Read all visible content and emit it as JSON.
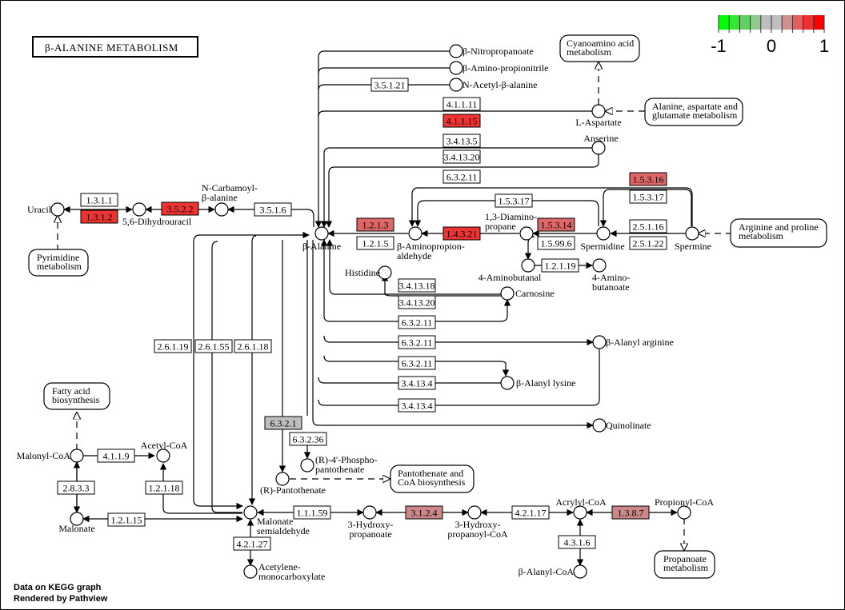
{
  "title": "β-ALANINE METABOLISM",
  "footer": [
    "Data on KEGG graph",
    "Rendered by Pathview"
  ],
  "legend": {
    "colors": [
      "#00FF00",
      "#30E830",
      "#60D060",
      "#90C890",
      "#BEBEBE",
      "#BEBEBE",
      "#D09090",
      "#E06060",
      "#F03030",
      "#FF0000"
    ],
    "ticks": [
      "-1",
      "0",
      "1"
    ],
    "min": -1,
    "max": 1
  },
  "colors": {
    "high": "#EE3333",
    "mid": "#DD6666",
    "low": "#CC8888",
    "zero": "#BEBEBE",
    "none": "#FFFFFF"
  },
  "compounds": [
    {
      "id": "nitroprop",
      "label": "β-Nitropropanoate"
    },
    {
      "id": "aminoprop",
      "label": "β-Amino-propionitrile"
    },
    {
      "id": "nacetyl",
      "label": "N-Acetyl-β-alanine"
    },
    {
      "id": "laspartate",
      "label": "L-Aspartate"
    },
    {
      "id": "anserine",
      "label": "Anserine"
    },
    {
      "id": "uracil",
      "label": "Uracil"
    },
    {
      "id": "dihydrouracil",
      "label": "5,6-Dihydrouracil"
    },
    {
      "id": "ncarbamoyl",
      "label": "N-Carbamoyl-β-alanine"
    },
    {
      "id": "balanine",
      "label": "β-Alanine"
    },
    {
      "id": "bamald",
      "label": "β-Aminopropion-aldehyde"
    },
    {
      "id": "diaminoprop",
      "label": "1,3-Diamino-propane"
    },
    {
      "id": "spermidine",
      "label": "Spermidine"
    },
    {
      "id": "spermine",
      "label": "Spermine"
    },
    {
      "id": "aminobutanal",
      "label": "4-Aminobutanal"
    },
    {
      "id": "aminobutanoate",
      "label": "4-Amino-butanoate"
    },
    {
      "id": "histidine",
      "label": "Histidine"
    },
    {
      "id": "carnosine",
      "label": "Carnosine"
    },
    {
      "id": "balanylarg",
      "label": "β-Alanyl arginine"
    },
    {
      "id": "balanyllys",
      "label": "β-Alanyl lysine"
    },
    {
      "id": "quinolinate",
      "label": "Quinolinate"
    },
    {
      "id": "malonylcoa",
      "label": "Malonyl-CoA"
    },
    {
      "id": "acetylcoa",
      "label": "Acetyl-CoA"
    },
    {
      "id": "malonate",
      "label": "Malonate"
    },
    {
      "id": "malsemi",
      "label": "Malonate semialdehyde"
    },
    {
      "id": "pantothenate",
      "label": "(R)-Pantothenate"
    },
    {
      "id": "phosphopant",
      "label": "(R)-4'-Phospho-pantothenate"
    },
    {
      "id": "hydroxyprop",
      "label": "3-Hydroxy-propanoate"
    },
    {
      "id": "hydroxypropcoa",
      "label": "3-Hydroxy-propanoyl-CoA"
    },
    {
      "id": "acrylylcoa",
      "label": "Acrylyl-CoA"
    },
    {
      "id": "propionylcoa",
      "label": "Propionyl-CoA"
    },
    {
      "id": "balanylcoa",
      "label": "β-Alanyl-CoA"
    },
    {
      "id": "acetylenemono",
      "label": "Acetylene-monocarboxylate"
    }
  ],
  "maps": [
    {
      "id": "cyano",
      "label": "Cyanoamino acid metabolism"
    },
    {
      "id": "alaasp",
      "label": "Alanine, aspartate and glutamate metabolism"
    },
    {
      "id": "pyrimidine",
      "label": "Pyrimidine metabolism"
    },
    {
      "id": "argpro",
      "label": "Arginine and proline metabolism"
    },
    {
      "id": "fatty",
      "label": "Fatty acid biosynthesis"
    },
    {
      "id": "pantocoa",
      "label": "Pantothenate and CoA biosynthesis"
    },
    {
      "id": "propanoate",
      "label": "Propanoate metabolism"
    }
  ],
  "enzymes": [
    {
      "label": "3.5.1.21",
      "level": "none"
    },
    {
      "label": "4.1.1.11",
      "level": "none"
    },
    {
      "label": "4.1.1.15",
      "level": "high"
    },
    {
      "label": "3.4.13.5",
      "level": "none"
    },
    {
      "label": "3.4.13.20",
      "level": "none"
    },
    {
      "label": "6.3.2.11",
      "level": "none"
    },
    {
      "label": "1.3.1.1",
      "level": "none"
    },
    {
      "label": "1.3.1.2",
      "level": "high"
    },
    {
      "label": "3.5.2.2",
      "level": "high"
    },
    {
      "label": "3.5.1.6",
      "level": "none"
    },
    {
      "label": "1.2.1.3",
      "level": "mid"
    },
    {
      "label": "1.2.1.5",
      "level": "none"
    },
    {
      "label": "1.4.3.21",
      "level": "high"
    },
    {
      "label": "1.5.3.17",
      "level": "none"
    },
    {
      "label": "1.5.3.14",
      "level": "mid"
    },
    {
      "label": "1.5.99.6",
      "level": "none"
    },
    {
      "label": "1.5.3.16",
      "level": "mid"
    },
    {
      "label": "1.5.3.17",
      "level": "none"
    },
    {
      "label": "2.5.1.16",
      "level": "none"
    },
    {
      "label": "2.5.1.22",
      "level": "none"
    },
    {
      "label": "1.2.1.19",
      "level": "none"
    },
    {
      "label": "3.4.13.18",
      "level": "none"
    },
    {
      "label": "3.4.13.20",
      "level": "none"
    },
    {
      "label": "6.3.2.11",
      "level": "none"
    },
    {
      "label": "6.3.2.11",
      "level": "none"
    },
    {
      "label": "6.3.2.11",
      "level": "none"
    },
    {
      "label": "3.4.13.4",
      "level": "none"
    },
    {
      "label": "3.4.13.4",
      "level": "none"
    },
    {
      "label": "2.6.1.19",
      "level": "none"
    },
    {
      "label": "2.6.1.55",
      "level": "none"
    },
    {
      "label": "2.6.1.18",
      "level": "none"
    },
    {
      "label": "6.3.2.1",
      "level": "zero"
    },
    {
      "label": "6.3.2.36",
      "level": "none"
    },
    {
      "label": "4.1.1.9",
      "level": "none"
    },
    {
      "label": "2.8.3.3",
      "level": "none"
    },
    {
      "label": "1.2.1.18",
      "level": "none"
    },
    {
      "label": "1.2.1.15",
      "level": "none"
    },
    {
      "label": "1.1.1.59",
      "level": "none"
    },
    {
      "label": "3.1.2.4",
      "level": "low"
    },
    {
      "label": "4.2.1.17",
      "level": "none"
    },
    {
      "label": "1.3.8.7",
      "level": "low"
    },
    {
      "label": "4.3.1.6",
      "level": "none"
    },
    {
      "label": "4.2.1.27",
      "level": "none"
    }
  ]
}
